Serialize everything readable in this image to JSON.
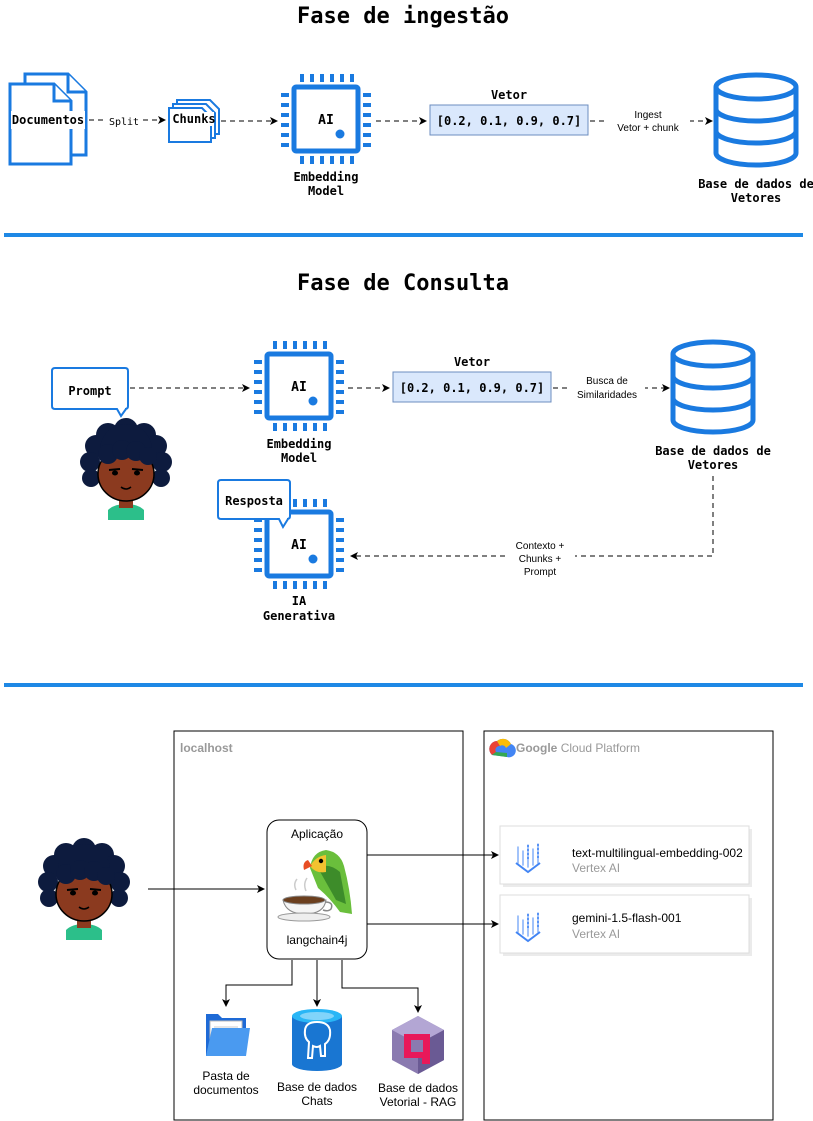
{
  "ingestion": {
    "title": "Fase de ingestão",
    "documents": "Documentos",
    "split": "Split",
    "chunks": "Chunks",
    "ai_chip": "AI",
    "embedding_line1": "Embedding",
    "embedding_line2": "Model",
    "vector_title": "Vetor",
    "vector_value": "[0.2, 0.1, 0.9, 0.7]",
    "ingest_line1": "Ingest",
    "ingest_line2": "Vetor + chunk",
    "db_line1": "Base de dados de",
    "db_line2": "Vetores"
  },
  "query": {
    "title": "Fase de Consulta",
    "prompt": "Prompt",
    "ai_chip": "AI",
    "embedding_line1": "Embedding",
    "embedding_line2": "Model",
    "vector_title": "Vetor",
    "vector_value": "[0.2, 0.1, 0.9, 0.7]",
    "search_line1": "Busca de",
    "search_line2": "Similaridades",
    "db_line1": "Base de dados de",
    "db_line2": "Vetores",
    "context_line1": "Contexto +",
    "context_line2": "Chunks +",
    "context_line3": "Prompt",
    "response": "Resposta",
    "genai_ai_chip": "AI",
    "genai_line1": "IA",
    "genai_line2": "Generativa"
  },
  "architecture": {
    "localhost": "localhost",
    "gcp_google": "Google",
    "gcp_rest": "Cloud Platform",
    "app_title": "Aplicação",
    "app_framework": "langchain4j",
    "folder_line1": "Pasta de",
    "folder_line2": "documentos",
    "chats_line1": "Base de dados",
    "chats_line2": "Chats",
    "rag_line1": "Base de dados",
    "rag_line2": "Vetorial - RAG",
    "service1_name": "text-multilingual-embedding-002",
    "service1_sub": "Vertex AI",
    "service2_name": "gemini-1.5-flash-001",
    "service2_sub": "Vertex AI"
  },
  "colors": {
    "accent_blue": "#1a7ae0",
    "separator": "#1e88e5",
    "vector_fill": "#dae8fc",
    "vector_stroke": "#6c8ebf",
    "skin": "#8b3a1f",
    "hair": "#0d1b3e",
    "shirt": "#2cbf8a"
  },
  "icons": [
    "document-stack-icon",
    "ai-chip-icon",
    "database-icon",
    "person-avatar-icon",
    "parrot-logo-icon",
    "folder-icon",
    "postgres-icon",
    "rag-db-icon",
    "vertex-ai-icon",
    "google-cloud-icon"
  ]
}
